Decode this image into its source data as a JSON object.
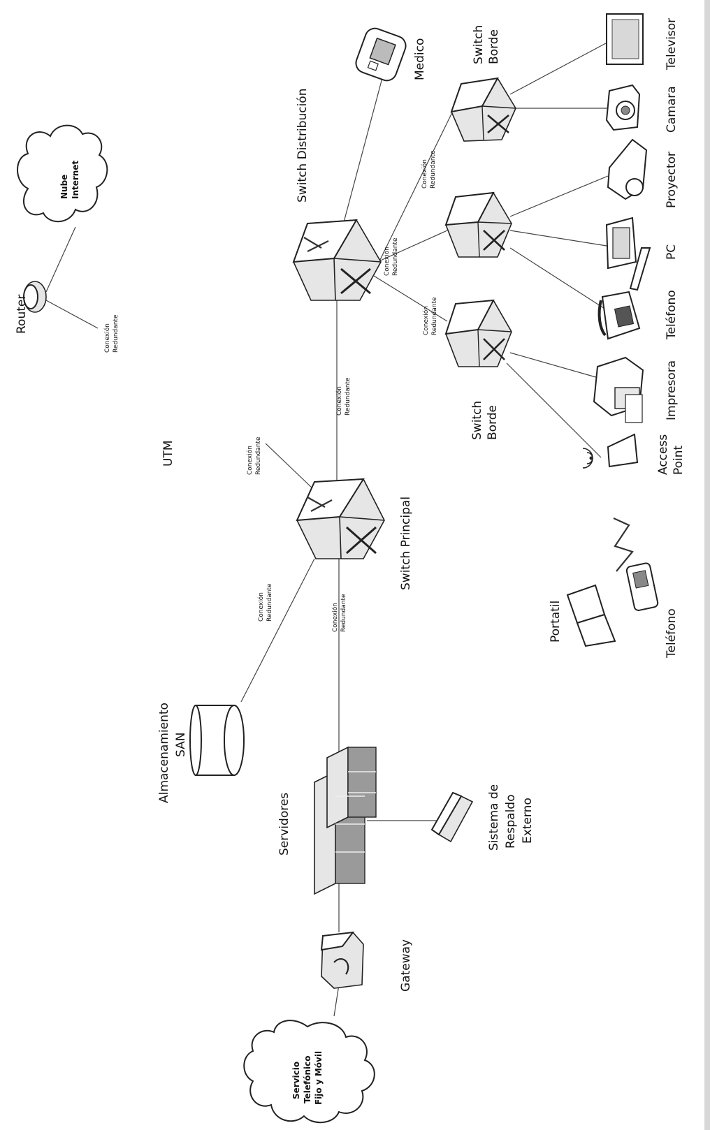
{
  "nodes": {
    "nube_internet": {
      "line1": "Nube",
      "line2": "Internet"
    },
    "router": "Router",
    "utm": "UTM",
    "switch_distribucion": "Switch Distribución",
    "medico": "Medico",
    "switch_borde_top": {
      "line1": "Switch",
      "line2": "Borde"
    },
    "televisor": "Televisor",
    "camara": "Camara",
    "proyector": "Proyector",
    "pc": "PC",
    "telefono_fijo": "Teléfono",
    "impresora": "Impresora",
    "access_point": {
      "line1": "Access",
      "line2": "Point"
    },
    "switch_borde_bottom": {
      "line1": "Switch",
      "line2": "Borde"
    },
    "switch_principal": "Switch Principal",
    "portatil": "Portatil",
    "telefono_movil": "Teléfono",
    "almacenamiento": {
      "line1": "Almacenamiento",
      "line2": "SAN"
    },
    "servidores": "Servidores",
    "sistema_respaldo": {
      "line1": "Sistema de",
      "line2": "Respaldo",
      "line3": "Externo"
    },
    "gateway": "Gateway",
    "servicio_telefonico": {
      "line1": "Servicio",
      "line2": "Telefónico",
      "line3": "Fijo y Móvil"
    }
  },
  "connection_label": {
    "line1": "Conexión",
    "line2": "Redundante"
  }
}
